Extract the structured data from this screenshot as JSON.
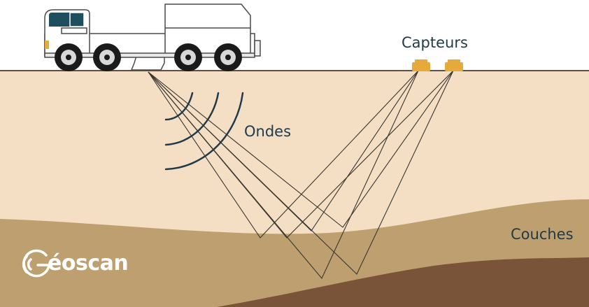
{
  "labels": {
    "sensors": "Capteurs",
    "waves": "Ondes",
    "layers": "Couches"
  },
  "logo": {
    "text": "éoscan",
    "initial": "G"
  },
  "colors": {
    "sky": "#ffffff",
    "ground_top": "#f4dfc4",
    "layer_middle": "#bea070",
    "layer_deep": "#7a5438",
    "sensor": "#e5a93c",
    "label": "#1f3a4a",
    "truck_window": "#1f4f5e",
    "ray": "#3a3530"
  },
  "icons": [
    "vibroseis-truck-icon",
    "sensor-icon",
    "wave-arc-icon",
    "geoscan-logo-icon"
  ]
}
